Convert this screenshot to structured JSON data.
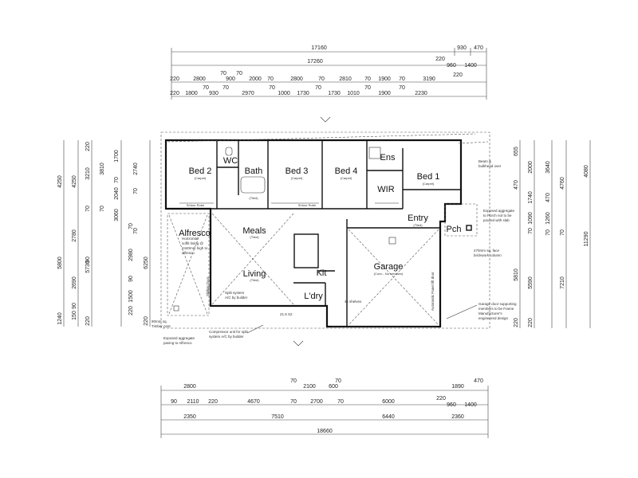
{
  "dims_top": {
    "row1": [
      "17160",
      "930",
      "470"
    ],
    "row2": [
      "17260",
      "220",
      "960",
      "1400"
    ],
    "row3": [
      "220",
      "2800",
      "70",
      "900",
      "70",
      "2000",
      "70",
      "2800",
      "70",
      "2810",
      "70",
      "1900",
      "70",
      "3190",
      "220"
    ],
    "row4": [
      "220",
      "1800",
      "70",
      "930",
      "70",
      "2970",
      "70",
      "1000",
      "1730",
      "70",
      "1730",
      "1010",
      "70",
      "1900",
      "70",
      "2230"
    ]
  },
  "dims_bottom": {
    "row1": [
      "2800",
      "70",
      "2100",
      "600",
      "70",
      "1890",
      "470"
    ],
    "row2": [
      "90",
      "2110",
      "220",
      "4670",
      "70",
      "2700",
      "70",
      "6000",
      "220",
      "960",
      "1400"
    ],
    "row3": [
      "2350",
      "7510",
      "6440",
      "2360"
    ],
    "row4": [
      "18660"
    ]
  },
  "dims_left": {
    "col1": [
      "4250",
      "5800",
      "1240"
    ],
    "col2": [
      "4250",
      "2780",
      "2690",
      "150",
      "90"
    ],
    "col3": [
      "3210",
      "5730",
      "220",
      "220",
      "70",
      "90"
    ],
    "col4": [
      "3810",
      "1700",
      "2040",
      "70",
      "3060",
      "70",
      "2980",
      "90",
      "1500",
      "220",
      "70"
    ],
    "col5": [
      "2740",
      "6250",
      "70",
      "220",
      "70"
    ]
  },
  "dims_right": {
    "col1": [
      "655",
      "470",
      "5810",
      "220"
    ],
    "col2": [
      "2000",
      "1740",
      "1090",
      "70",
      "5590",
      "220"
    ],
    "col3": [
      "3640",
      "470",
      "1260",
      "70"
    ],
    "col4": [
      "4760",
      "70",
      "7210"
    ],
    "col5": [
      "4080",
      "11290"
    ]
  },
  "rooms": {
    "bed2": "Bed 2",
    "wc": "WC",
    "bath": "Bath",
    "bed3": "Bed 3",
    "bed4": "Bed 4",
    "ens": "Ens",
    "bed1": "Bed 1",
    "wir": "WIR",
    "entry": "Entry",
    "pch": "Pch",
    "alfresco": "Alfresco",
    "meals": "Meals",
    "living": "Living",
    "kit": "Kit",
    "ldry": "L'dry",
    "garage": "Garage"
  },
  "sub": {
    "carpet": "(Carpet)",
    "tiled": "(Tiled)",
    "robe": "S/door Robe",
    "garage_conc": "(Conc - No setdown)"
  },
  "notes": {
    "alfresco_soffit": [
      "Horizontal",
      "soffit lining @",
      "2440mm high to",
      "alfresco"
    ],
    "exposed_alfresco": [
      "Exposed aggregate",
      "paving to Alfresco"
    ],
    "timber_post": [
      "90mm sq.",
      "Timber post"
    ],
    "split_system": [
      "Split system",
      "A/C by builder"
    ],
    "compressor": [
      "Compressor unit for split",
      "system A/C by builder"
    ],
    "garage_door": [
      "Garage door supporting",
      "members to be Frame",
      "Manufacturer's",
      "engineered design"
    ],
    "exposed_porch": [
      "Exposed aggregate",
      "to Porch not to be",
      "poured with slab"
    ],
    "brick_column": [
      "470mm sq. face",
      "brickwork column"
    ],
    "beam": [
      "Beam &",
      "bulkhead over"
    ],
    "panel_door": "Automatic Panel lift door",
    "sliding_door": "Sliding Door",
    "slab": "21.5 S2",
    "shelves": "4x shelves"
  }
}
